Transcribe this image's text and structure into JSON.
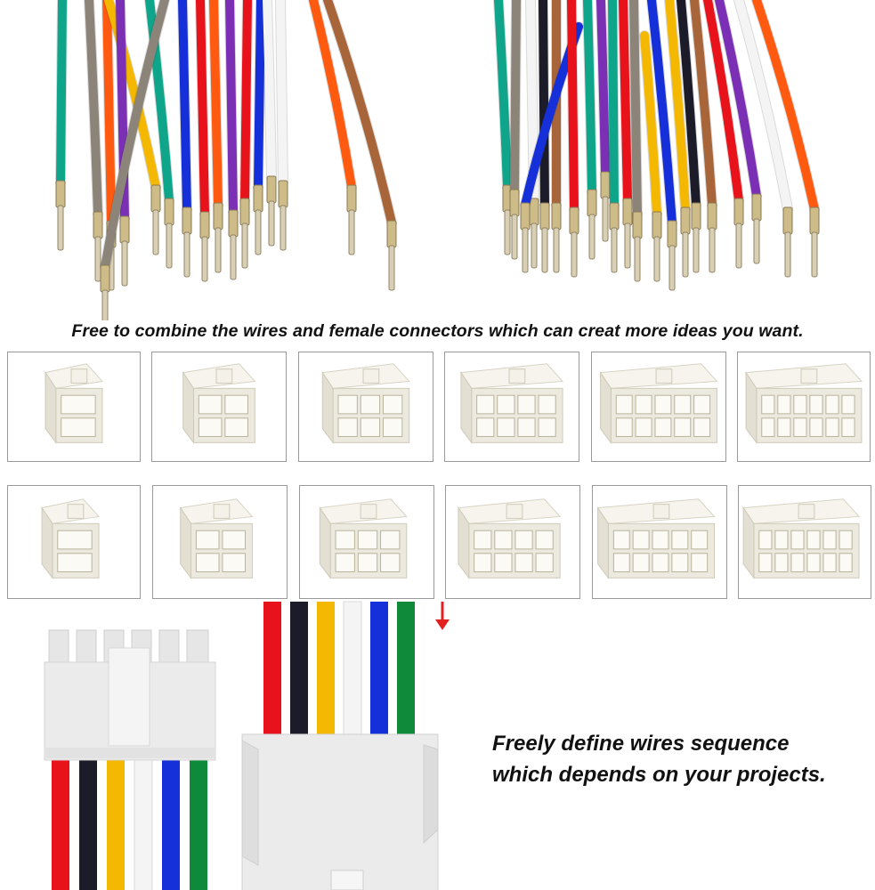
{
  "captions": {
    "top": "Free to combine the wires and female connectors  which can creat more ideas you want.",
    "bottom_line1": "Freely define wires sequence",
    "bottom_line2": "which depends on your projects."
  },
  "wire_colors": {
    "red": "#e8121a",
    "black": "#1b1b2a",
    "yellow": "#f5b800",
    "white": "#f4f4f4",
    "blue": "#1530d8",
    "green": "#0e8a3a",
    "orange": "#ff5a10",
    "purple": "#7b2fb5",
    "teal": "#0ea58a",
    "gray": "#8c8478",
    "brown": "#a8653a"
  },
  "connector_color": "#ece9df",
  "arrow_color": "#e32020",
  "connectors": [
    {
      "name": "2-pin",
      "pins": 2
    },
    {
      "name": "4-pin",
      "pins": 4
    },
    {
      "name": "6-pin",
      "pins": 6
    },
    {
      "name": "8-pin",
      "pins": 8
    },
    {
      "name": "10-pin",
      "pins": 10
    },
    {
      "name": "12-pin",
      "pins": 12
    },
    {
      "name": "2-pin-angled",
      "pins": 2
    },
    {
      "name": "4-pin-angled",
      "pins": 4
    },
    {
      "name": "6-pin-angled",
      "pins": 6
    },
    {
      "name": "8-pin-angled",
      "pins": 8
    },
    {
      "name": "10-pin-angled",
      "pins": 10
    },
    {
      "name": "12-pin-angled",
      "pins": 12
    }
  ]
}
